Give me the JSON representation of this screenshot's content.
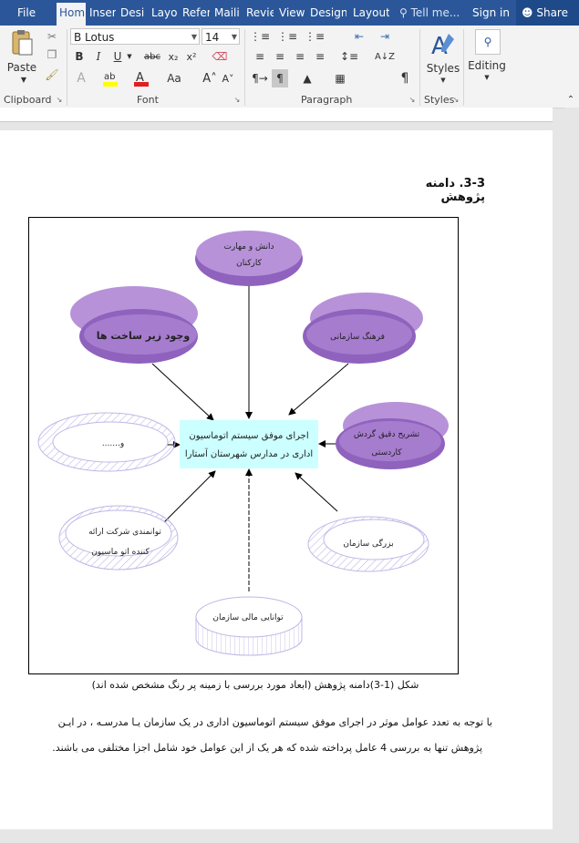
{
  "tabs": [
    {
      "label": "File",
      "selected": false
    },
    {
      "label": "Hom",
      "selected": true
    },
    {
      "label": "Inser",
      "selected": false
    },
    {
      "label": "Desi",
      "selected": false
    },
    {
      "label": "Layo",
      "selected": false
    },
    {
      "label": "Refer",
      "selected": false
    },
    {
      "label": "Maili",
      "selected": false
    },
    {
      "label": "Revie",
      "selected": false
    },
    {
      "label": "View",
      "selected": false
    },
    {
      "label": "Design",
      "selected": false
    },
    {
      "label": "Layout",
      "selected": false
    }
  ],
  "tell_me": "Tell me...",
  "sign_in": "Sign in",
  "share": "Share",
  "ribbon": {
    "paste": "Paste",
    "font_name": "B Lotus",
    "font_size": "14",
    "styles": "Styles",
    "editing": "Editing",
    "groups": {
      "clipboard": "Clipboard",
      "font": "Font",
      "paragraph": "Paragraph",
      "styles": "Styles"
    }
  },
  "document": {
    "heading": "3-3. دامنه پژوهش",
    "caption": "شکل (1-3)دامنه پژوهش (ابعاد مورد بررسی با زمینه پر رنگ مشخص شده اند)",
    "para_line1": "با توجه به تعدد عوامل موثر در اجرای موفق سیستم اتوماسیون اداری در یک سازمان یـا مدرسـه ، در ایـن",
    "para_line2": "پژوهش تنها به بررسی 4 عامل پرداخته شده که هر یک از این عوامل خود شامل اجزا مختلفی می باشند."
  },
  "diagram": {
    "center_line1": "اجرای موفق سیستم اتوماسیون",
    "center_line2": "اداری در مدارس شهرستان آستارا",
    "knowledge_l1": "دانش و مهارت",
    "knowledge_l2": "کارکنان",
    "infrastructure": "وجود زیر ساخت ها",
    "culture": "فرهنگ سازمانی",
    "workflow_l1": "تشریح دقیق گردش",
    "workflow_l2": "کاردستی",
    "etc": "و.......",
    "org_size": "بزرگی سازمان",
    "vendor_l1": "توانمندی شرکت  ارائه",
    "vendor_l2": "کننده اتو ماسیون",
    "financial": "توانایی مالی  سازمان",
    "colors": {
      "filled": "#9a6fc4",
      "filled_top": "#b792d9",
      "center_bg": "#ccffff",
      "hatched": "#bdb8e6"
    }
  }
}
